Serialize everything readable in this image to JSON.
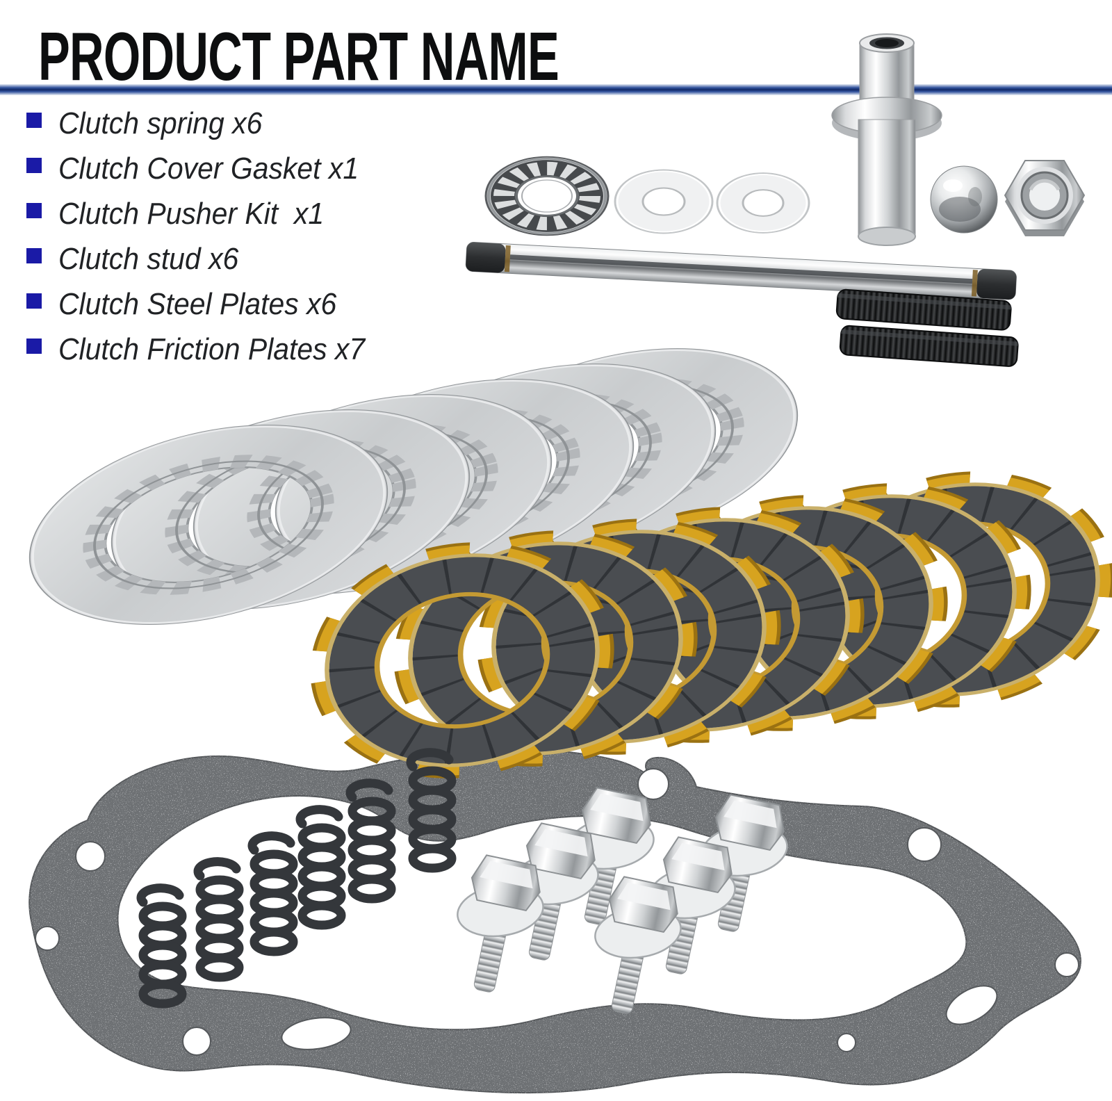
{
  "header": {
    "title": "PRODUCT PART NAME"
  },
  "parts_list": {
    "items": [
      {
        "label": "Clutch spring x6"
      },
      {
        "label": "Clutch Cover Gasket x1"
      },
      {
        "label": "Clutch Pusher Kit  x1"
      },
      {
        "label": "Clutch stud x6"
      },
      {
        "label": "Clutch Steel Plates x6"
      },
      {
        "label": "Clutch Friction Plates x7"
      }
    ]
  },
  "colors": {
    "accent_line_blue": "#122a68",
    "bullet_blue": "#1a1aa6",
    "title_black": "#0d0e0f",
    "list_text": "#202225",
    "steel_plate_silver": "#cfd2d4",
    "friction_dark_gray": "#4a4d51",
    "friction_tab_amber": "#d7a31f",
    "gasket_gray": "#6e7174",
    "spring_dark": "#34373b",
    "chrome": "#d9dbdd"
  }
}
